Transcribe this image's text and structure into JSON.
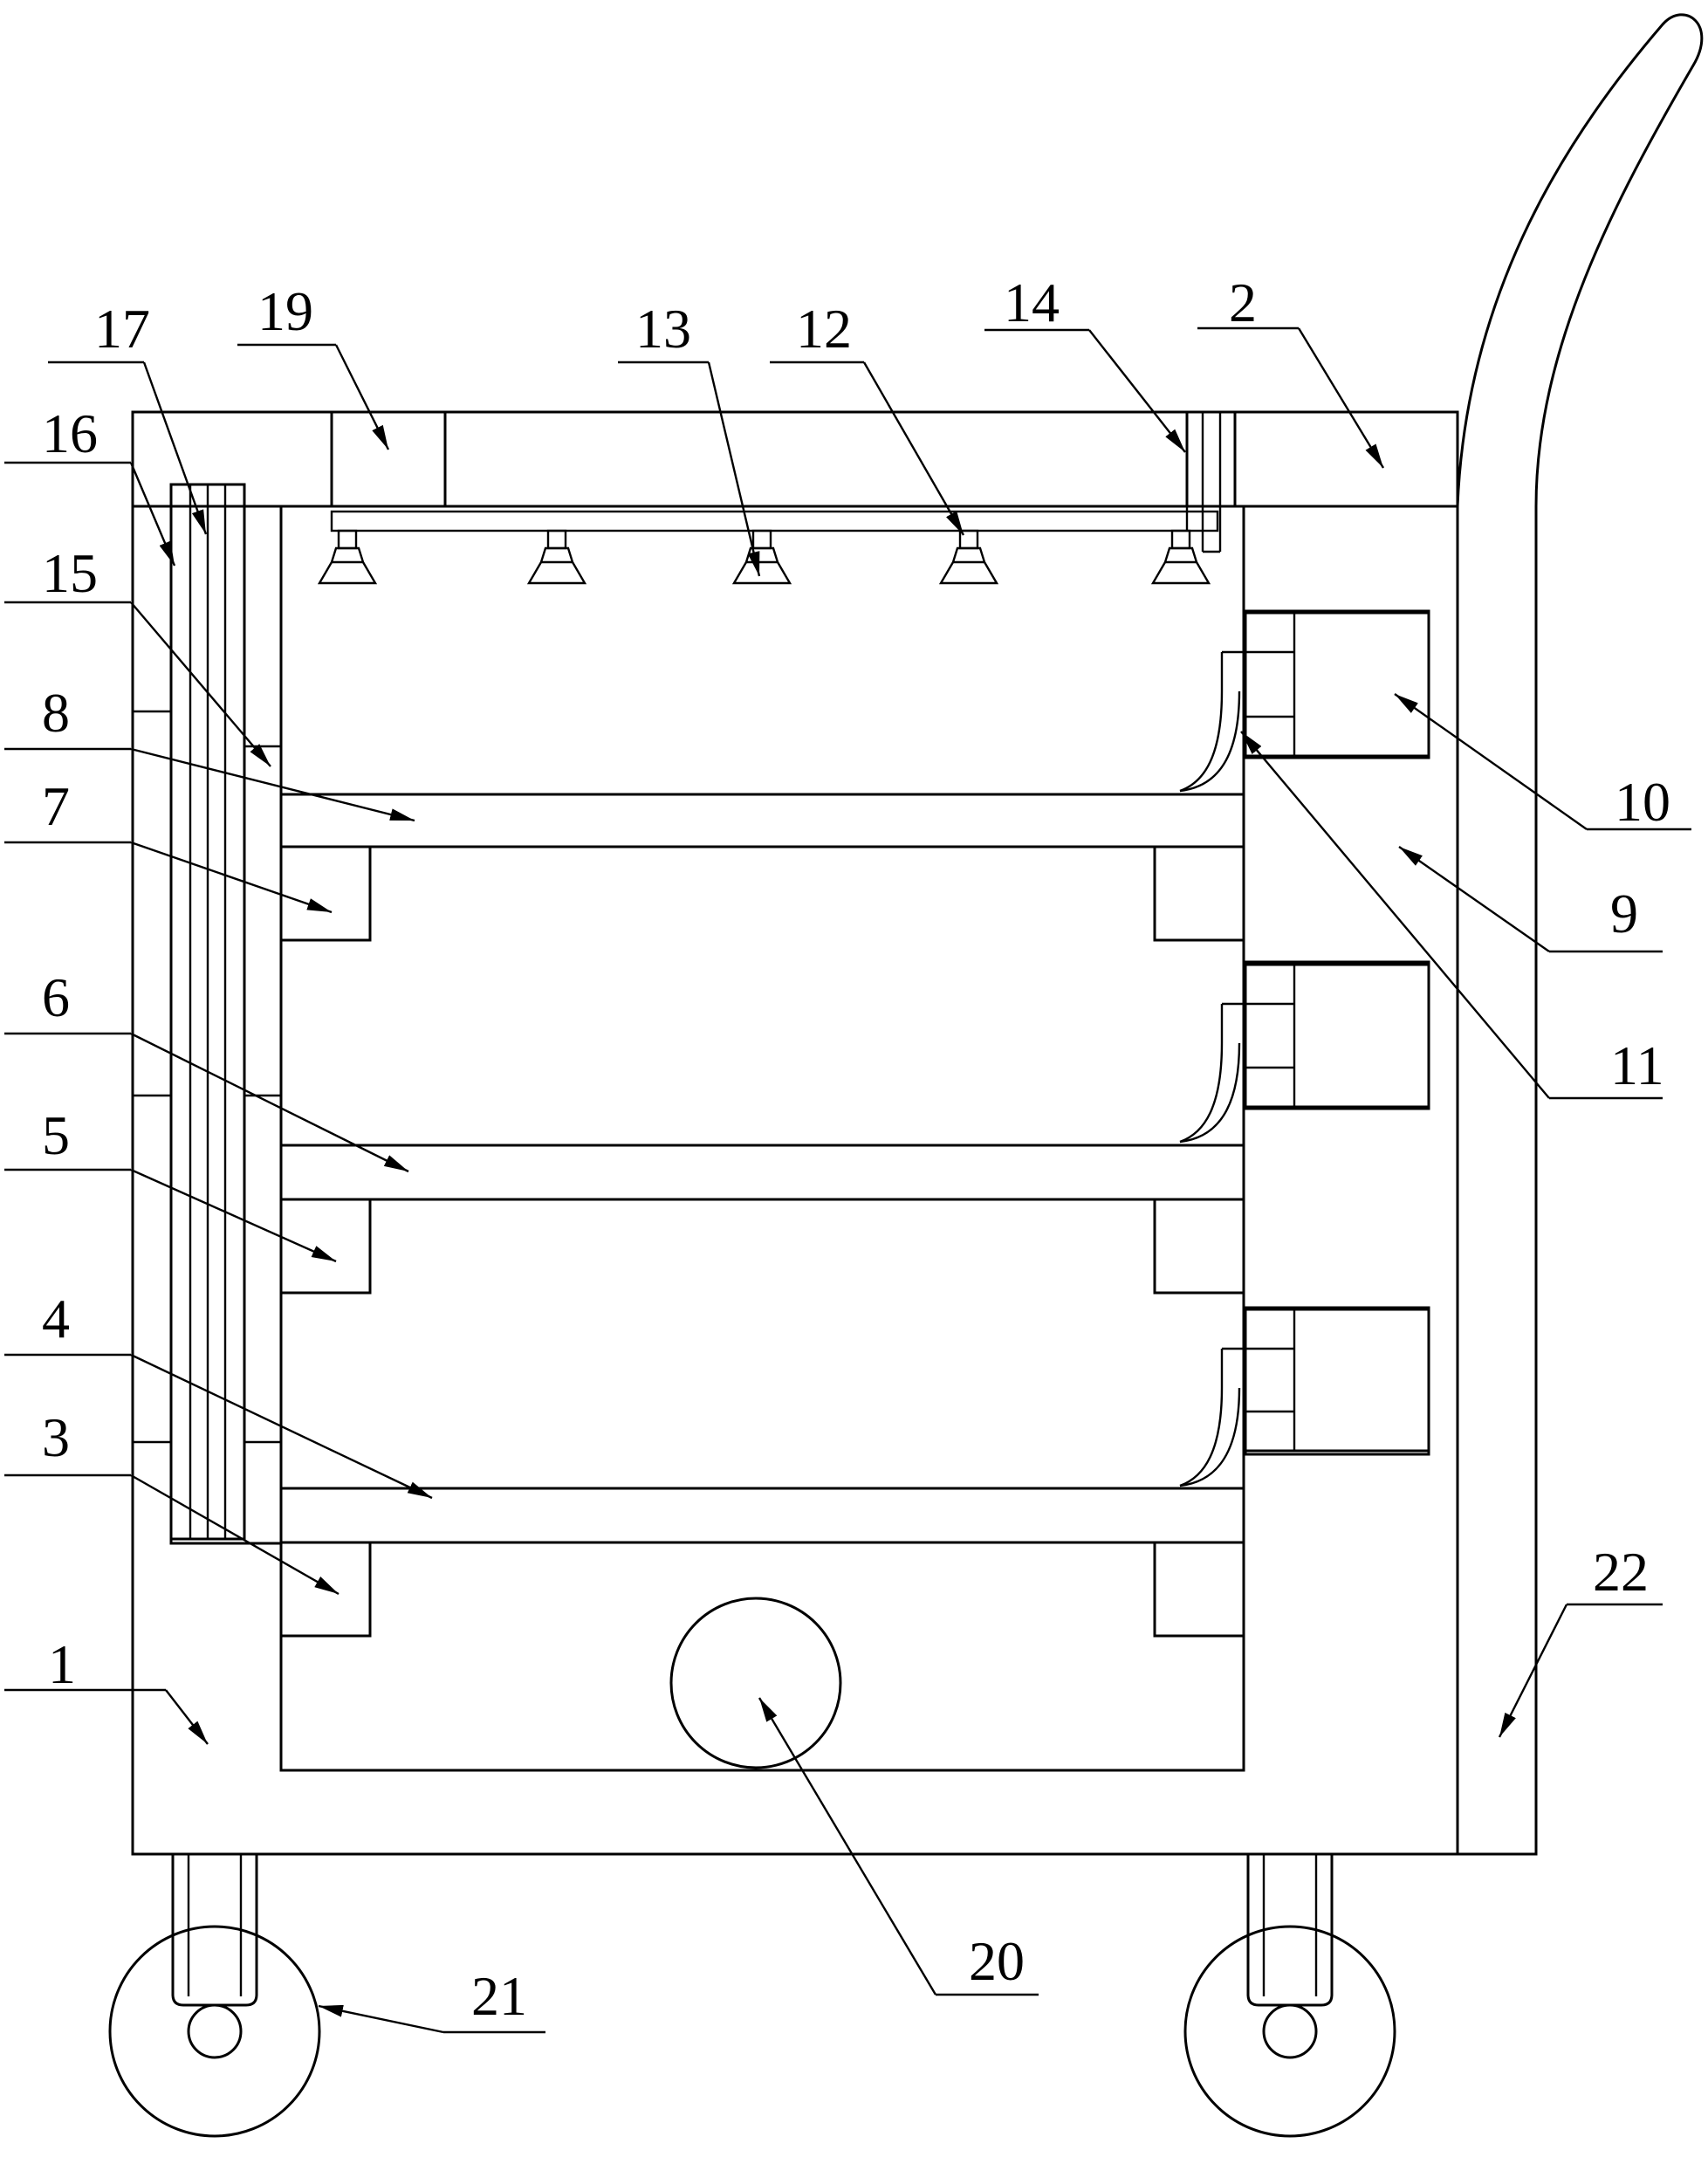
{
  "colors": {
    "line": "#000000",
    "background": "#ffffff"
  },
  "callouts": [
    {
      "id": "c1",
      "text": "1"
    },
    {
      "id": "c2",
      "text": "2"
    },
    {
      "id": "c3",
      "text": "3"
    },
    {
      "id": "c4",
      "text": "4"
    },
    {
      "id": "c5",
      "text": "5"
    },
    {
      "id": "c6",
      "text": "6"
    },
    {
      "id": "c7",
      "text": "7"
    },
    {
      "id": "c8",
      "text": "8"
    },
    {
      "id": "c9",
      "text": "9"
    },
    {
      "id": "c10",
      "text": "10"
    },
    {
      "id": "c11",
      "text": "11"
    },
    {
      "id": "c12",
      "text": "12"
    },
    {
      "id": "c13",
      "text": "13"
    },
    {
      "id": "c14",
      "text": "14"
    },
    {
      "id": "c15",
      "text": "15"
    },
    {
      "id": "c16",
      "text": "16"
    },
    {
      "id": "c17",
      "text": "17"
    },
    {
      "id": "c19",
      "text": "19"
    },
    {
      "id": "c20",
      "text": "20"
    },
    {
      "id": "c21",
      "text": "21"
    },
    {
      "id": "c22",
      "text": "22"
    }
  ]
}
